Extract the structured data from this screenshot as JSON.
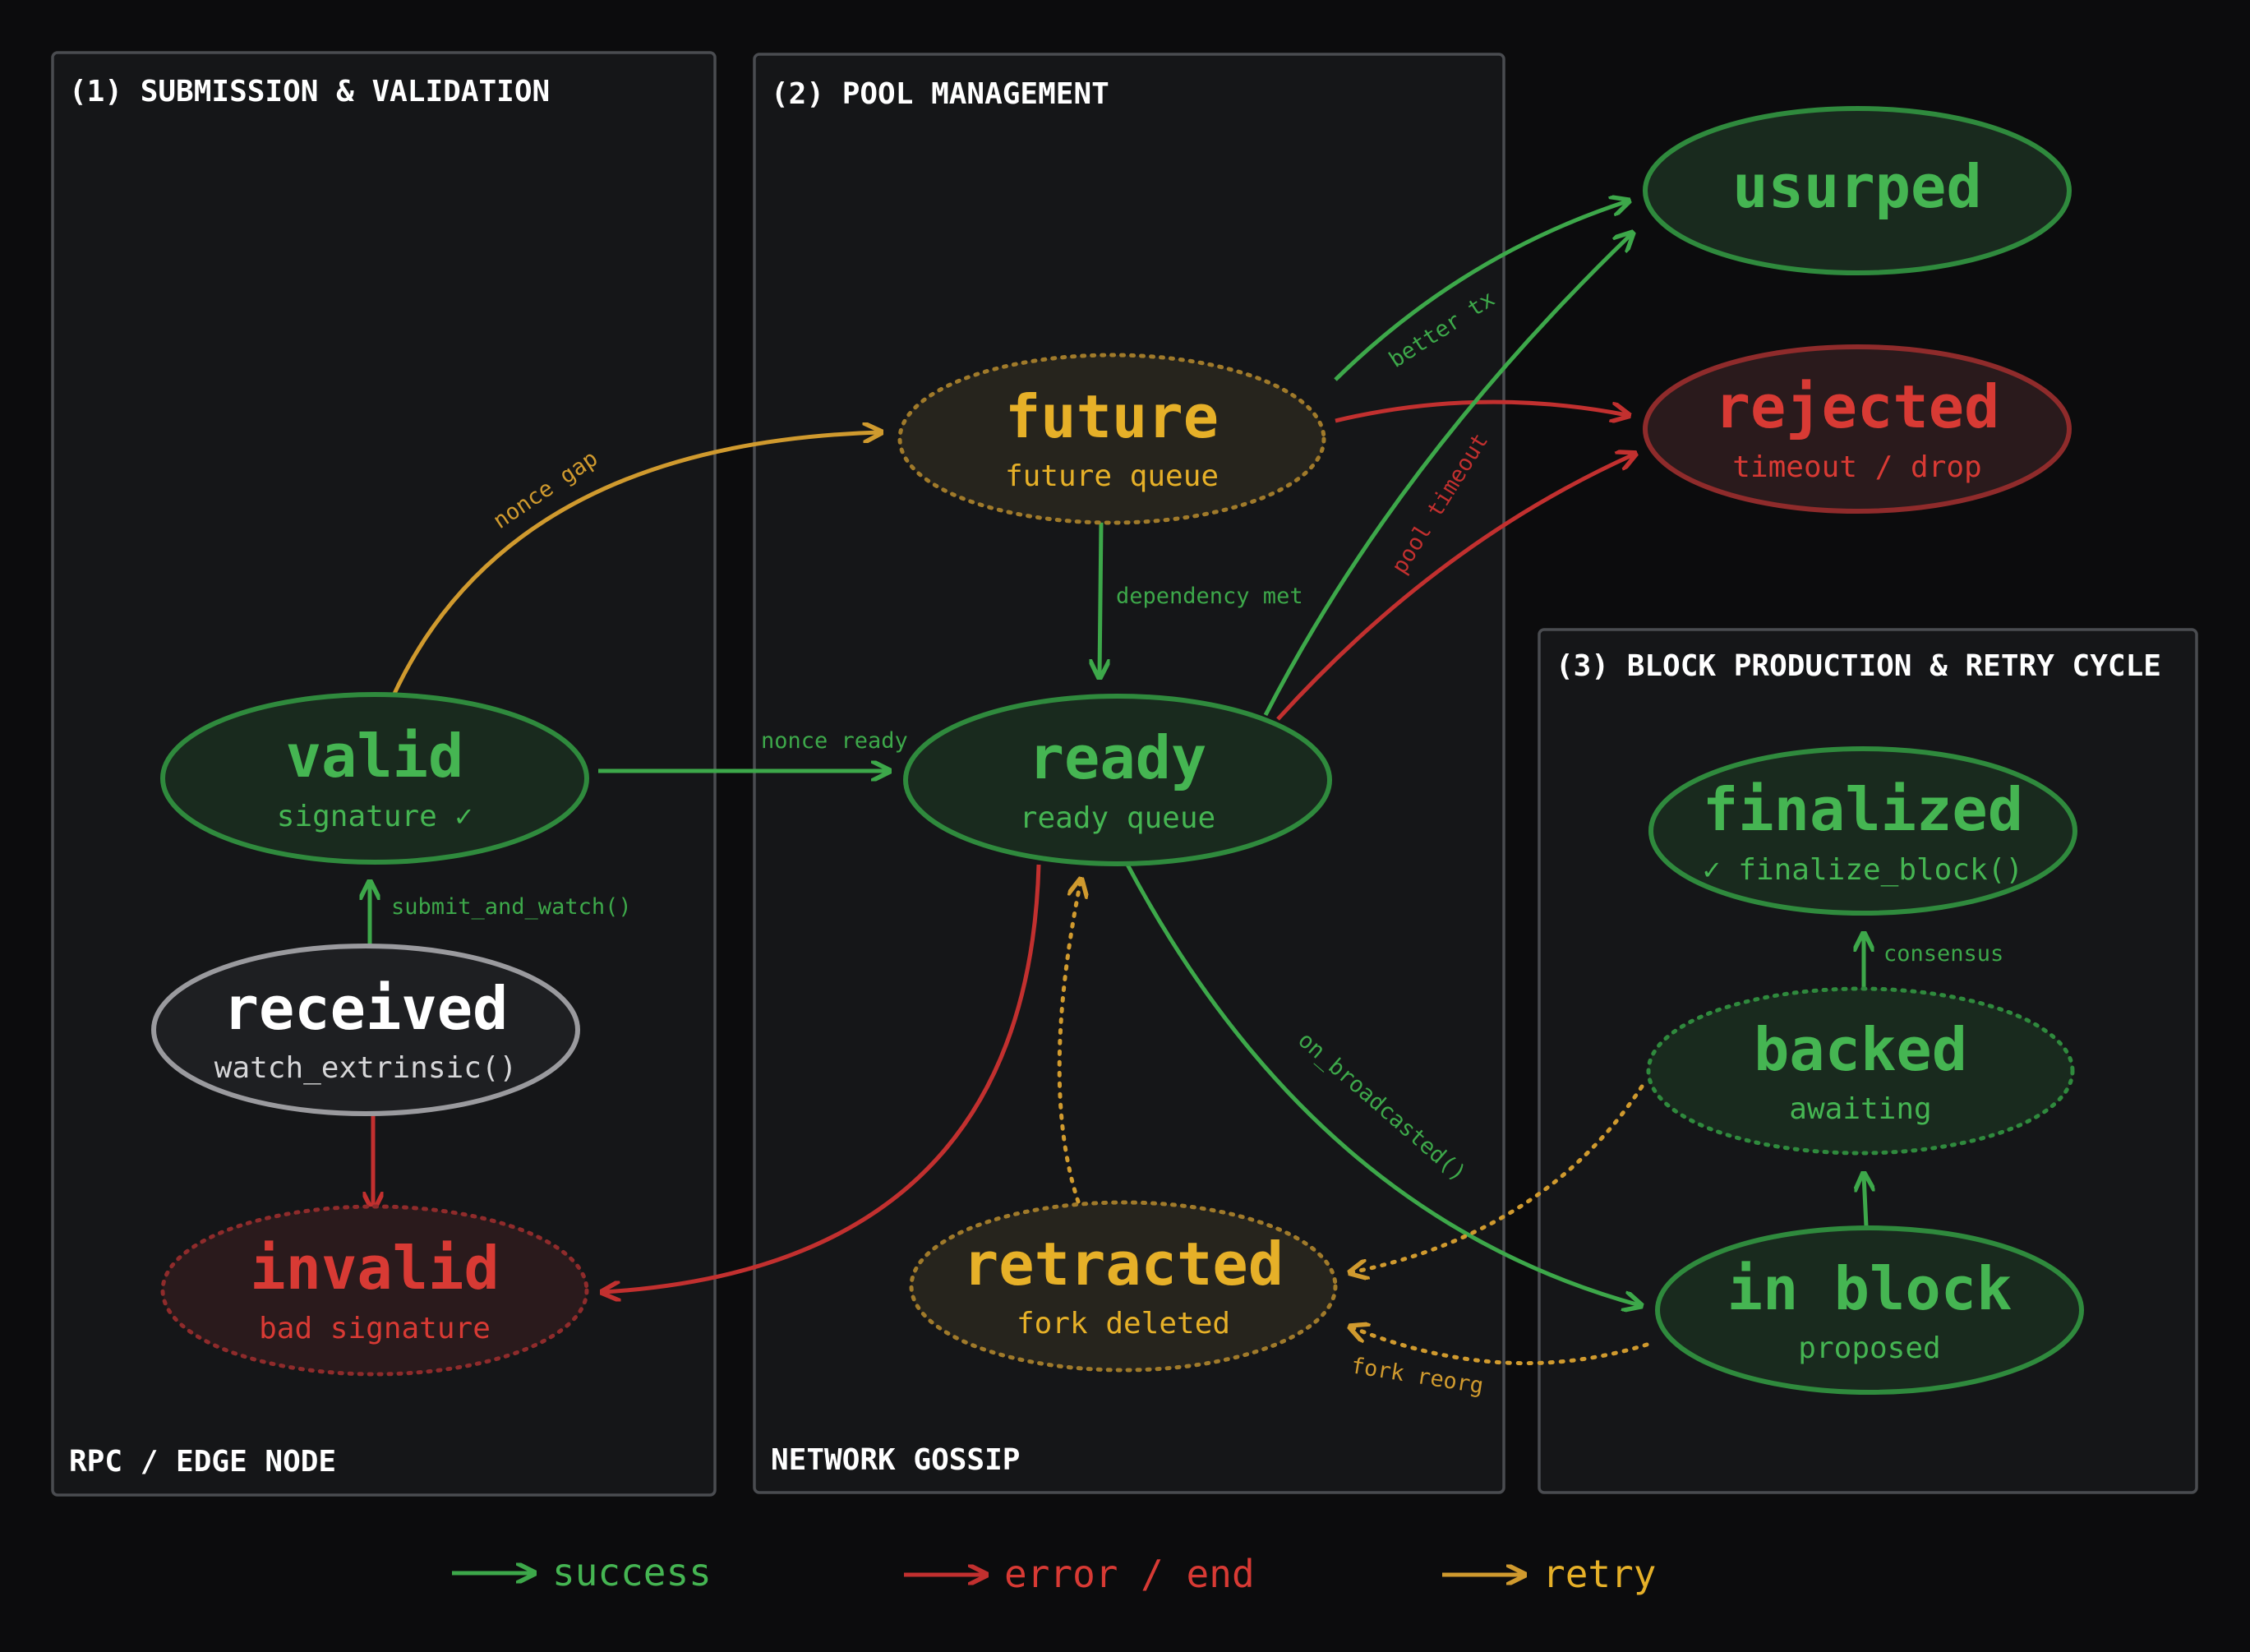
{
  "colors": {
    "success": "#3da84a",
    "success_text": "#45b552",
    "error": "#c2302f",
    "error_text": "#d83a34",
    "retry": "#d09a2e",
    "retry_text": "#e6b028",
    "neutral": "#9a9a9e",
    "background": "#0c0c0d",
    "panel": "#151618"
  },
  "panels": {
    "submission": {
      "title": "(1) SUBMISSION & VALIDATION",
      "footer": "RPC / EDGE NODE"
    },
    "pool": {
      "title": "(2) POOL MANAGEMENT",
      "footer": "NETWORK GOSSIP"
    },
    "block": {
      "title": "(3) BLOCK PRODUCTION & RETRY CYCLE"
    }
  },
  "nodes": {
    "valid": {
      "title": "valid",
      "subtitle": "signature ✓",
      "status": "success"
    },
    "received": {
      "title": "received",
      "subtitle": "watch_extrinsic()",
      "status": "neutral"
    },
    "invalid": {
      "title": "invalid",
      "subtitle": "bad signature",
      "status": "error"
    },
    "future": {
      "title": "future",
      "subtitle": "future queue",
      "status": "retry"
    },
    "ready": {
      "title": "ready",
      "subtitle": "ready queue",
      "status": "success"
    },
    "retracted": {
      "title": "retracted",
      "subtitle": "fork deleted",
      "status": "retry"
    },
    "usurped": {
      "title": "usurped",
      "status": "success"
    },
    "rejected": {
      "title": "rejected",
      "subtitle": "timeout / drop",
      "status": "error"
    },
    "finalized": {
      "title": "finalized",
      "subtitle": "✓ finalize_block()",
      "status": "success"
    },
    "backed": {
      "title": "backed",
      "subtitle": "awaiting",
      "status": "success"
    },
    "in_block": {
      "title": "in block",
      "subtitle": "proposed",
      "status": "success"
    }
  },
  "edges": {
    "nonce_gap": "nonce gap",
    "nonce_ready": "nonce ready",
    "submit_and_watch": "submit_and_watch()",
    "dependency_met": "dependency met",
    "better_tx": "better tx",
    "pool_timeout": "pool timeout",
    "on_broadcasted": "on_broadcasted()",
    "fork_reorg": "fork reorg",
    "consensus": "consensus"
  },
  "legend": {
    "success": "success",
    "error": "error / end",
    "retry": "retry"
  }
}
